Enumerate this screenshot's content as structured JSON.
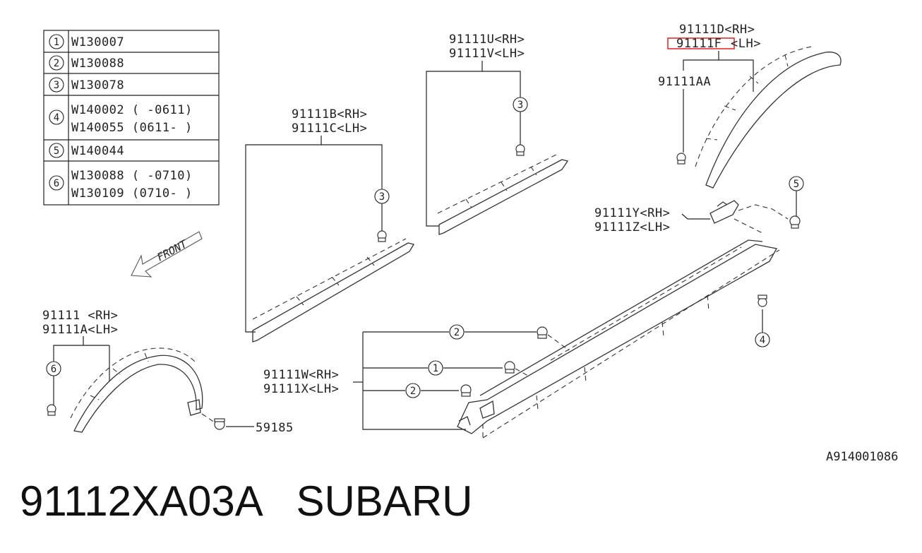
{
  "legend": {
    "rows": [
      {
        "marker": "1",
        "codes": [
          "W130007"
        ]
      },
      {
        "marker": "2",
        "codes": [
          "W130088"
        ]
      },
      {
        "marker": "3",
        "codes": [
          "W130078"
        ]
      },
      {
        "marker": "4",
        "codes": [
          "W140002 ( -0611)",
          "W140055 (0611- )"
        ]
      },
      {
        "marker": "5",
        "codes": [
          "W140044"
        ]
      },
      {
        "marker": "6",
        "codes": [
          "W130088 (  -0710)",
          "W130109 (0710-  )"
        ]
      }
    ]
  },
  "front_label": "FRONT",
  "parts": {
    "rear_arch_rh": "91111  <RH>",
    "rear_arch_lh": "91111A<LH>",
    "rear_sill_rh": "91111B<RH>",
    "rear_sill_lh": "91111C<LH>",
    "front_sill_rh": "91111U<RH>",
    "front_sill_lh": "91111V<LH>",
    "front_arch_rh": "91111D<RH>",
    "front_arch_lh": "91111F",
    "front_arch_lh_suffix": "<LH>",
    "front_arch_clip": "91111AA",
    "bracket_rh": "91111Y<RH>",
    "bracket_lh": "91111Z<LH>",
    "side_sill_rh": "91111W<RH>",
    "side_sill_lh": "91111X<LH>",
    "screw": "59185"
  },
  "callouts": {
    "c6": "6",
    "c3a": "3",
    "c3b": "3",
    "c5": "5",
    "c4": "4",
    "c2a": "2",
    "c1": "1",
    "c2b": "2"
  },
  "highlight_color": "#e03030",
  "drawing_number": "A914001086",
  "footer": {
    "part_number": "91112XA03A",
    "brand": "SUBARU"
  }
}
